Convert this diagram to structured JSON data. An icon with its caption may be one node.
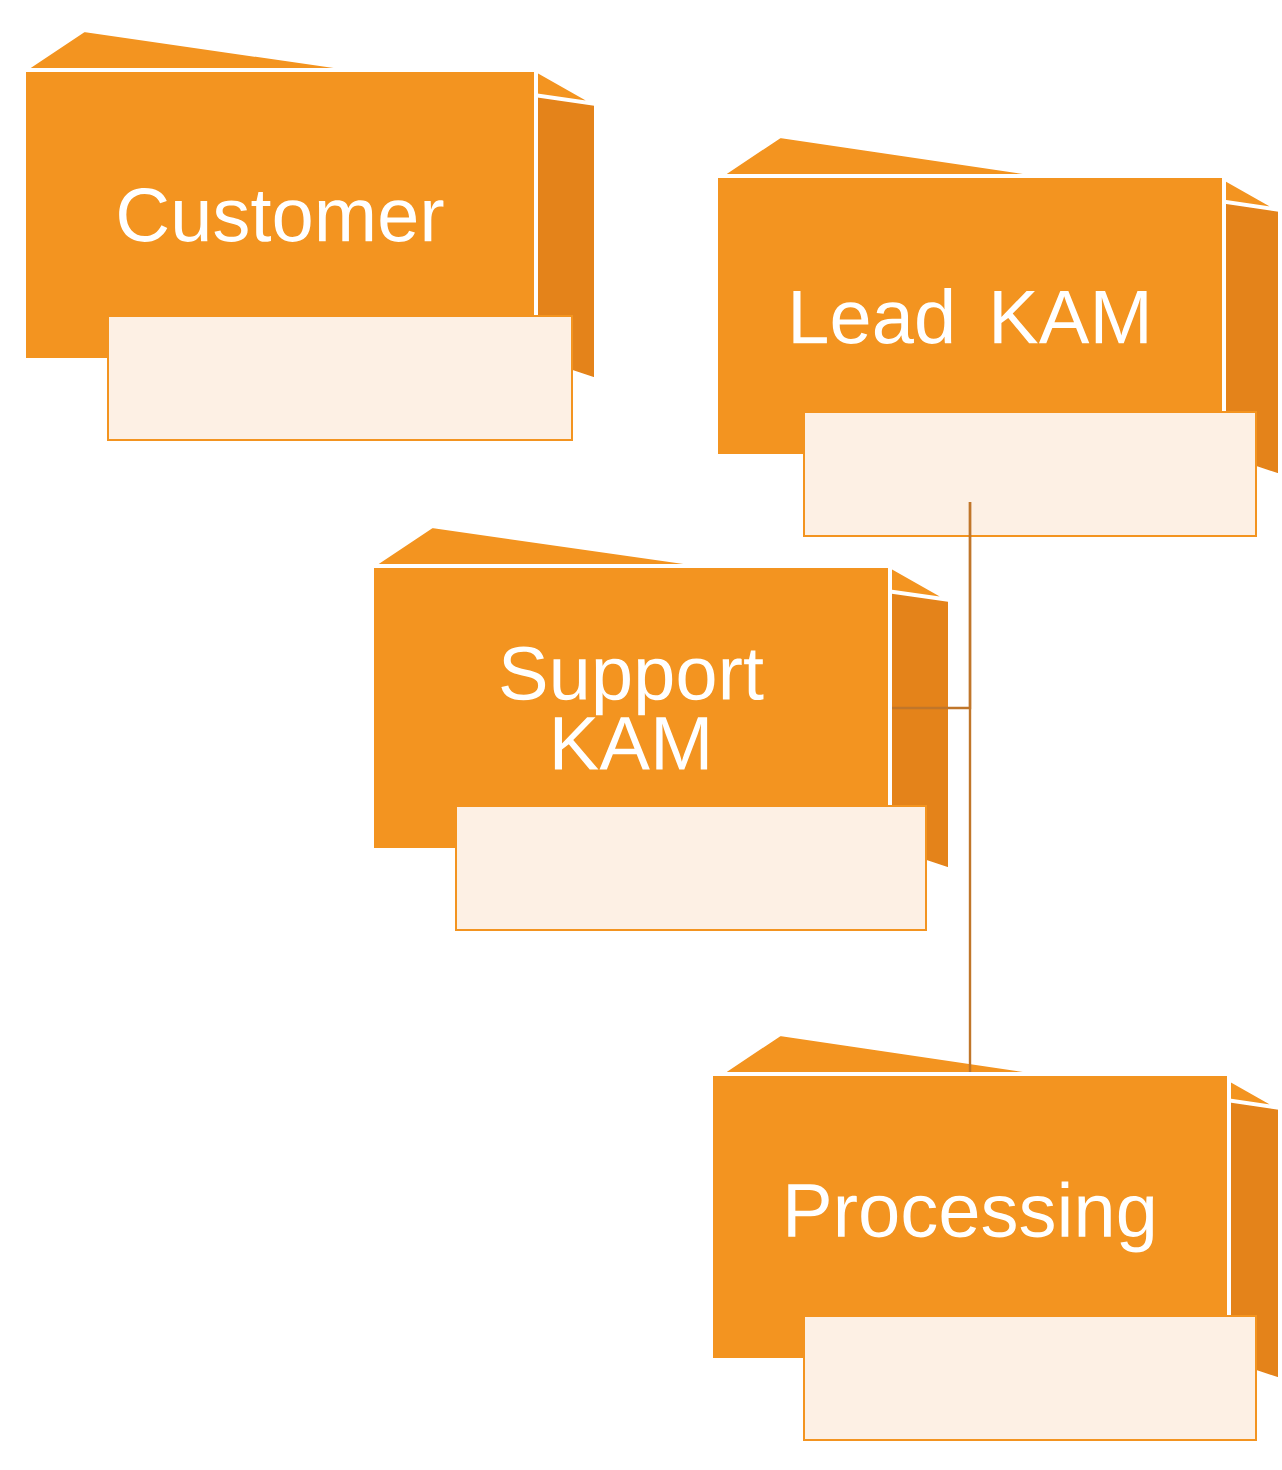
{
  "diagram": {
    "nodes": [
      {
        "text": [
          "Customer"
        ]
      },
      {
        "text": [
          "Lead KAM"
        ]
      },
      {
        "text": [
          "Support KAM"
        ]
      },
      {
        "text": [
          "Processing"
        ]
      }
    ],
    "edges": [
      {
        "from": 1,
        "to": 2,
        "arrow": "none"
      },
      {
        "from": 1,
        "to": 3,
        "arrow": "none"
      }
    ]
  }
}
